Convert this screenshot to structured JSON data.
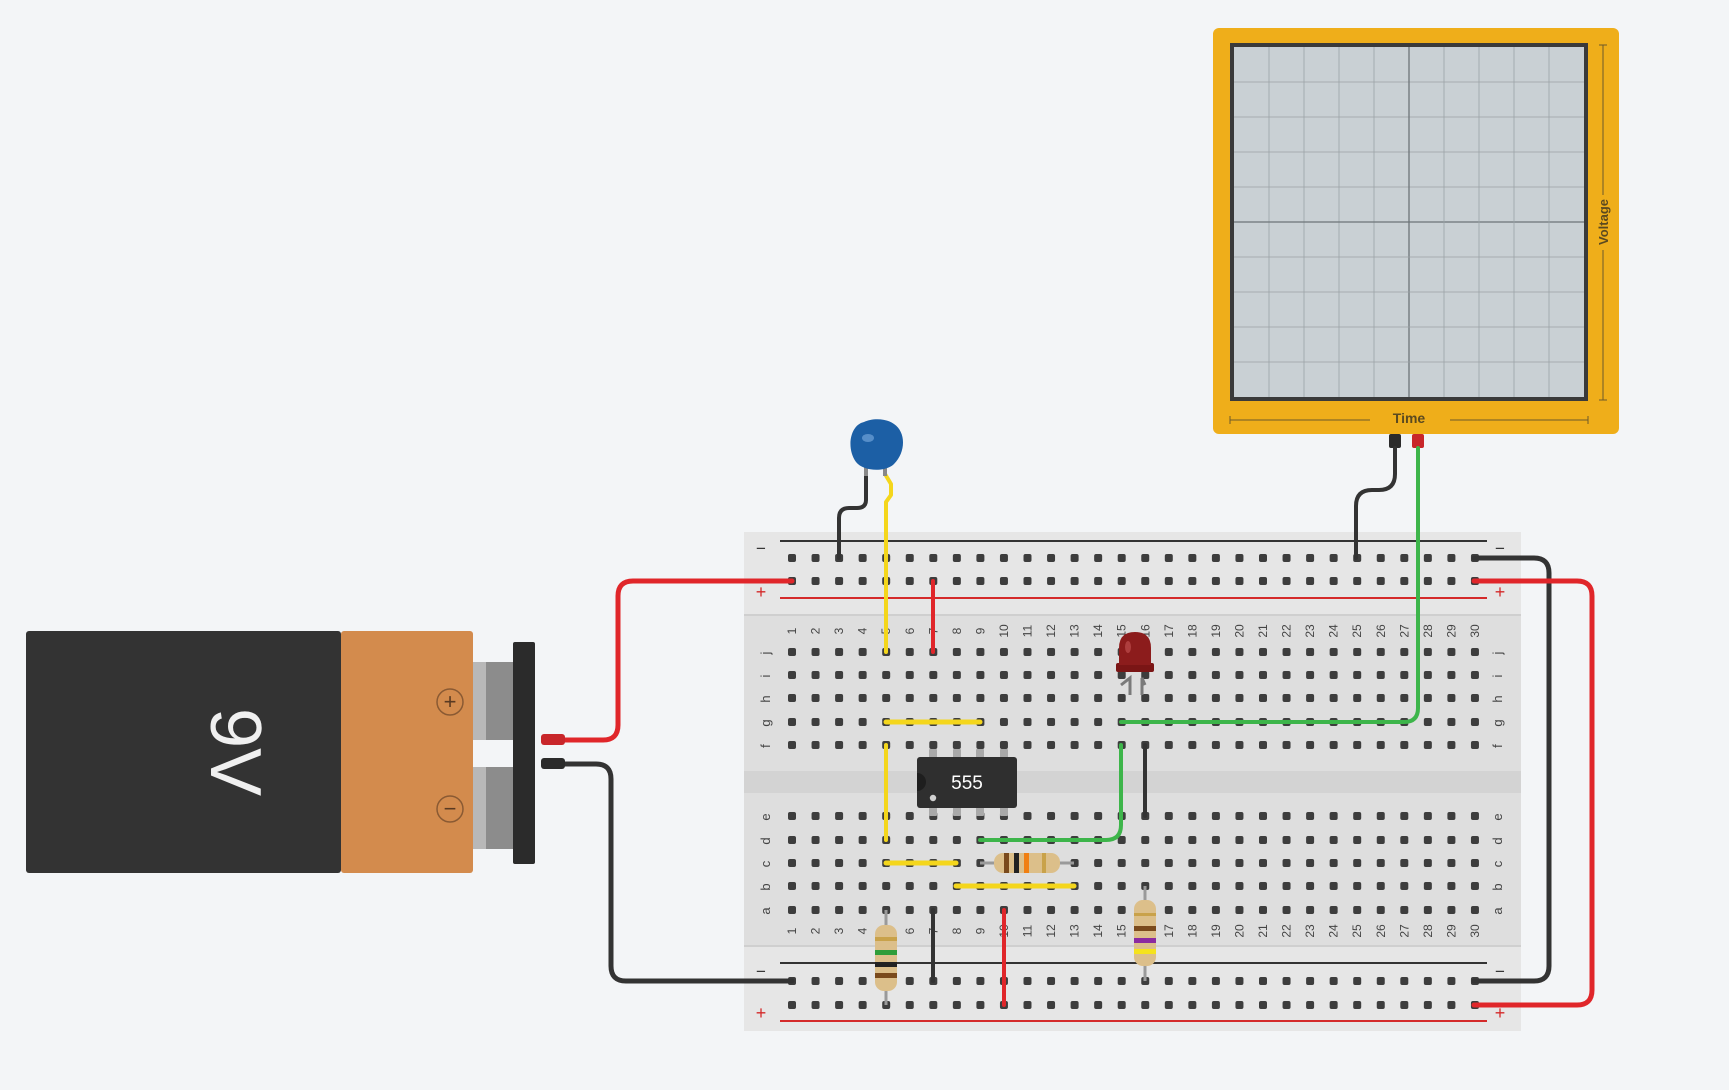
{
  "battery": {
    "label": "9V",
    "plus_symbol": "+",
    "minus_symbol": "−"
  },
  "chip": {
    "label": "555"
  },
  "oscilloscope": {
    "x_label": "Time",
    "y_label": "Voltage"
  },
  "breadboard": {
    "columns": [
      "1",
      "2",
      "3",
      "4",
      "5",
      "6",
      "7",
      "8",
      "9",
      "10",
      "11",
      "12",
      "13",
      "14",
      "15",
      "16",
      "17",
      "18",
      "19",
      "20",
      "21",
      "22",
      "23",
      "24",
      "25",
      "26",
      "27",
      "28",
      "29",
      "30"
    ],
    "upper_rows": [
      "j",
      "i",
      "h",
      "g",
      "f"
    ],
    "lower_rows": [
      "e",
      "d",
      "c",
      "b",
      "a"
    ],
    "rail_minus": "−",
    "rail_plus": "+"
  },
  "colors": {
    "wire_red": "#e0262a",
    "wire_black": "#333333",
    "wire_yellow": "#f4d61c",
    "wire_green": "#3db54a",
    "scope_frame": "#efae1a",
    "scope_screen": "#c9d0d4",
    "capacitor": "#1c5fa5",
    "led": "#8c1c1c",
    "battery_body": "#333333",
    "battery_cap": "#d38b4d"
  }
}
